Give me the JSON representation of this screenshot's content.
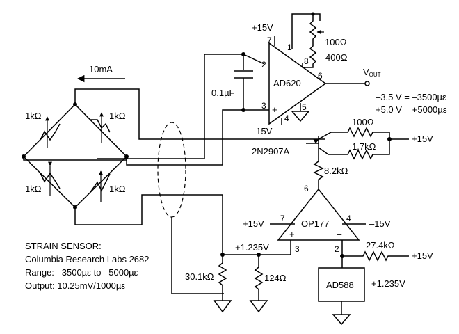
{
  "labels": {
    "current": "10mA",
    "bridge_r_tl": "1kΩ",
    "bridge_r_tr": "1kΩ",
    "bridge_r_bl": "1kΩ",
    "bridge_r_br": "1kΩ",
    "vplus_top": "+15V",
    "vminus_620": "–15V",
    "cap": "0.1µF",
    "amp620": "AD620",
    "r_gain_a": "100Ω",
    "r_gain_b": "400Ω",
    "pin_620_1": "1",
    "pin_620_2": "2",
    "pin_620_3": "3",
    "pin_620_4": "4",
    "pin_620_5": "5",
    "pin_620_6": "6",
    "pin_620_7": "7",
    "pin_620_8": "8",
    "minus_sign": "–",
    "plus_sign": "+",
    "vout_main": "V",
    "vout_sub": "OUT",
    "scale1": "–3.5 V = –3500µε",
    "scale2": "+5.0 V = +5000µε",
    "transistor": "2N2907A",
    "r_100": "100Ω",
    "r_1k7": "1.7kΩ",
    "vplus_tr": "+15V",
    "r_8k2": "8.2kΩ",
    "amp177": "OP177",
    "pin_177_2": "2",
    "pin_177_3": "3",
    "pin_177_4": "4",
    "pin_177_6": "6",
    "pin_177_7": "7",
    "vplus_177": "+15V",
    "vminus_177": "–15V",
    "ref_node": "+1.235V",
    "r_27k4": "27.4kΩ",
    "vplus_27k": "+15V",
    "ref_chip": "AD588",
    "ref_out": "+1.235V",
    "r_30k1": "30.1kΩ",
    "r_124": "124Ω",
    "note1": "STRAIN SENSOR:",
    "note2": "Columbia Research Labs 2682",
    "note3": "Range: –3500µε to –5000µε",
    "note4": "Output: 10.25mV/1000µε"
  }
}
